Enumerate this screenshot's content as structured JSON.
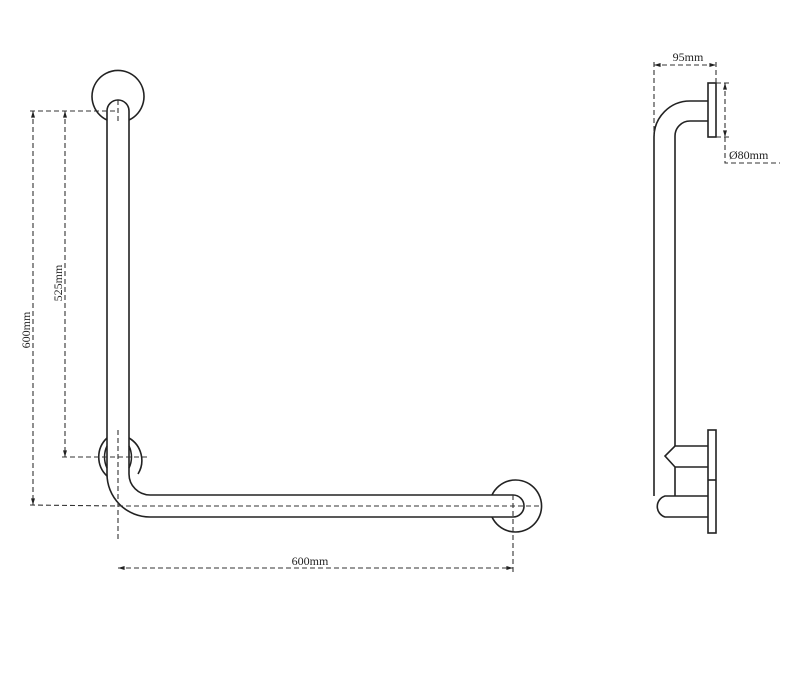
{
  "front_view": {
    "height_overall": "600mm",
    "height_between_flanges": "525mm",
    "width_overall": "600mm"
  },
  "side_view": {
    "projection": "95mm",
    "flange_diameter": "Ø80mm"
  },
  "colors": {
    "line": "#222222",
    "background": "#ffffff"
  }
}
